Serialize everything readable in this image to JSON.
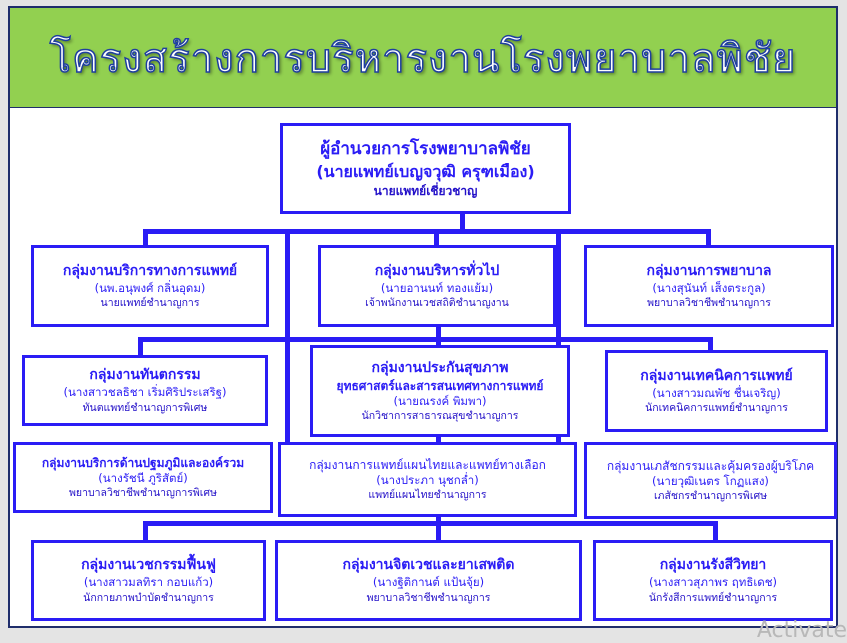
{
  "title": "โครงสร้างการบริหารงานโรงพยาบาลพิชัย",
  "director": {
    "title": "ผู้อำนวยการโรงพยาบาลพิชัย",
    "name": "(นายแพทย์เบญจวุฒิ ครุฑเมือง)",
    "position": "นายแพทย์เชี่ยวชาญ"
  },
  "groups": [
    {
      "title": "กลุ่มงานบริการทางการแพทย์",
      "name": "(นพ.อนุพงศ์  กลิ่นอุดม)",
      "position": "นายแพทย์ชำนาญการ"
    },
    {
      "title": "กลุ่มงานบริหารทั่วไป",
      "name": "(นายอานนท์  ทองแย้ม)",
      "position": "เจ้าพนักงานเวชสถิติชำนาญงาน"
    },
    {
      "title": "กลุ่มงานการพยาบาล",
      "name": "(นางสุนันท์  เส็งตระกูล)",
      "position": "พยาบาลวิชาชีพชำนาญการ"
    },
    {
      "title": "กลุ่มงานทันตกรรม",
      "name": "(นางสาวชลธิชา  เริ่มศิริประเสริฐ)",
      "position": "ทันตแพทย์ชำนาญการพิเศษ"
    },
    {
      "title": "กลุ่มงานประกันสุขภาพ",
      "subtitle": "ยุทธศาสตร์และสารสนเทศทางการแพทย์",
      "name": "(นายณรงค์  พิมพา)",
      "position": "นักวิชาการสาธารณสุขชำนาญการ"
    },
    {
      "title": "กลุ่มงานเทคนิคการแพทย์",
      "name": "(นางสาวมณพัช  ชื่นเจริญ)",
      "position": "นักเทคนิคการแพทย์ชำนาญการ"
    },
    {
      "title": "กลุ่มงานบริการด้านปฐมภูมิและองค์รวม",
      "name": "(นางรัชนี  ภูริสัตย์)",
      "position": "พยาบาลวิชาชีพชำนาญการพิเศษ"
    },
    {
      "title": "กลุ่มงานการแพทย์แผนไทยและแพทย์ทางเลือก",
      "name": "(นางประภา นุชกล่ำ)",
      "position": "แพทย์แผนไทยชำนาญการ"
    },
    {
      "title": "กลุ่มงานเภสัชกรรมและคุ้มครองผู้บริโภค",
      "name": "(นายวุฒิเนตร  โกฏแสง)",
      "position": "เภสัชกรชำนาญการพิเศษ"
    },
    {
      "title": "กลุ่มงานเวชกรรมฟื้นฟู",
      "name": "(นางสาวมลทิรา  กอบแก้ว)",
      "position": "นักกายภาพบำบัดชำนาญการ"
    },
    {
      "title": "กลุ่มงานจิตเวชและยาเสพติด",
      "name": "(นางฐิติกานต์  แป้นจุ้ย)",
      "position": "พยาบาลวิชาชีพชำนาญการ"
    },
    {
      "title": "กลุ่มงานรังสีวิทยา",
      "name": "(นางสาวสุภาพร  ฤทธิเดช)",
      "position": "นักรังสีการแพทย์ชำนาญการ"
    }
  ],
  "watermark": "Activate",
  "colors": {
    "header_bg": "#92d050",
    "line": "#2a1cf5"
  }
}
